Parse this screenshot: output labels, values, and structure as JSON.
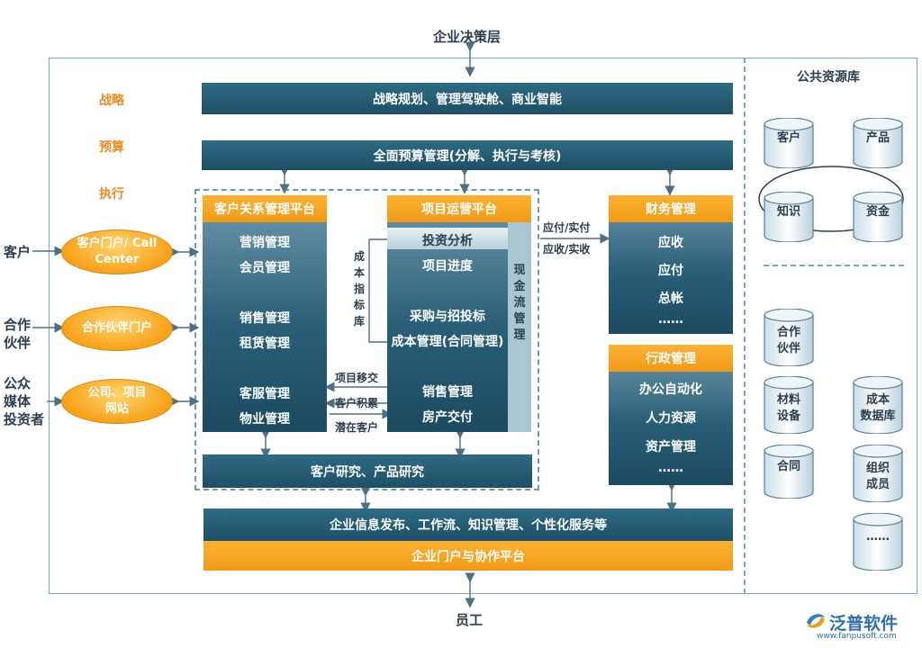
{
  "top_label": "企业决策层",
  "bottom_label": "员工",
  "left_levels": [
    "战略",
    "预算",
    "执行"
  ],
  "bars": {
    "strategy": "战略规划、管理驾驶舱、商业智能",
    "budget": "全面预算管理(分解、执行与考核)",
    "research": "客户研究、产品研究",
    "info": "企业信息发布、工作流、知识管理、个性化服务等",
    "portal": "企业门户与协作平台"
  },
  "crm": {
    "title": "客户关系管理平台",
    "items": [
      "营销管理",
      "会员管理",
      "销售管理",
      "租赁管理",
      "客服管理",
      "物业管理"
    ]
  },
  "project": {
    "title": "项目运营平台",
    "items": [
      "投资分析",
      "项目进度",
      "采购与招投标",
      "成本管理(合同管理)",
      "销售管理",
      "房产交付"
    ],
    "cashflow": "现金流管理"
  },
  "cost_lib": "成本指标库",
  "transfers": [
    "项目移交",
    "客户积累",
    "潜在客户"
  ],
  "finance": {
    "title": "财务管理",
    "items": [
      "应收",
      "应付",
      "总帐",
      "……"
    ],
    "links": [
      "应付/实付",
      "应收/实收"
    ]
  },
  "admin": {
    "title": "行政管理",
    "items": [
      "办公自动化",
      "人力资源",
      "资产管理",
      "……"
    ]
  },
  "external": [
    {
      "label": "客户",
      "oval": "客户门户/ Call Center"
    },
    {
      "label": "合作 伙伴",
      "oval": "合作伙伴门户"
    },
    {
      "label": "公众 媒体 投资者",
      "oval": "公司、项目 网站"
    }
  ],
  "resource": {
    "title": "公共资源库",
    "top": [
      "客户",
      "产品",
      "知识",
      "资金"
    ],
    "bottom": [
      "合作 伙伴",
      "材料 设备",
      "成本 数据库",
      "合同",
      "组织 成员",
      "……"
    ]
  },
  "logo": {
    "name": "泛普软件",
    "url": "www.fanpusoft.com"
  },
  "colors": {
    "teal": "#1f4f66",
    "orange": "#f5a623",
    "frame": "#7aa7bd"
  }
}
